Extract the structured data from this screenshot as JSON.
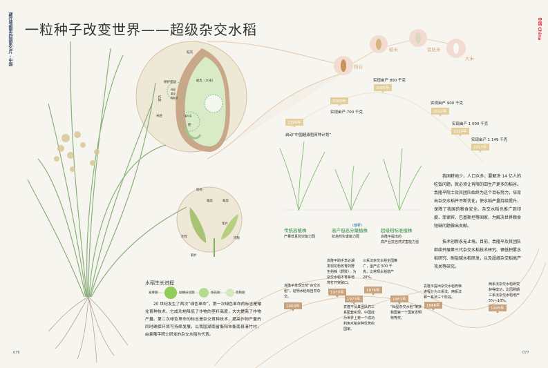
{
  "page": {
    "title": "一粒种子改变世界——超级杂交水稻",
    "side_label": "藏在地图里的国家名片 · 中国",
    "brand_label": "中国 China",
    "page_left": "076",
    "page_right": "077"
  },
  "grain_stages": [
    {
      "label": "稻谷",
      "icon": "paddy-grain-icon"
    },
    {
      "label": "糙米",
      "icon": "brown-rice-icon"
    },
    {
      "label": "留胚米",
      "icon": "germ-rice-icon"
    },
    {
      "label": "大米",
      "icon": "white-rice-icon"
    }
  ],
  "seed_diagram": {
    "labels": {
      "husk": "稻壳",
      "endosperm": "胚乳（大米）",
      "protective": "保护皮层",
      "pericarp": "种皮",
      "seedcoat": "果皮",
      "aleurone": "糊粉层",
      "germ_mark": "米胚",
      "scutellum": "盾片层",
      "embryo": "胚",
      "outer": "外皮层",
      "side": "作物"
    }
  },
  "flower_diagram": {
    "title": "稻花",
    "labels": {
      "stamen": "雄蕊",
      "pistil": "雌蕊",
      "lodicule": "浆片",
      "lemma": "外稃",
      "palea": "内稃",
      "glume": "颖片"
    }
  },
  "growth": {
    "title": "水稻生长进程",
    "stages": [
      "发芽期",
      "幼穗分化期",
      "扬花期",
      "完熟期"
    ],
    "paragraph": "20 世纪发生了两次“绿色革命”，第一次绿色革命的标志是矮化育种技术，它成功地降低了作物的茎秆高度，大大提高了作物产量。第二次绿色革命的标志是杂交育种技术，提高作物产量的同时确保环境可持续发展，以我国湖南省衡阳市衡南县清竹村，由袁隆平院士研发的杂交水稻为代表。"
  },
  "yield_timeline": [
    {
      "year": "1996年",
      "note": "启动“中国超级稻育种计划”"
    },
    {
      "year": "2000年",
      "note": "实现亩产 700 千克"
    },
    {
      "year": "2005年",
      "note": "实现亩产 800 千克"
    },
    {
      "year": "2012年",
      "note": "实现亩产 900 千克"
    },
    {
      "year": "2014年",
      "note": "实现亩产 1 000 千克"
    },
    {
      "year": "2017年",
      "note": "实现亩产 1 149 千克"
    }
  ],
  "plants": [
    {
      "title": "传统高植株",
      "desc": "产量低且抗灾能力弱",
      "extra": ""
    },
    {
      "title": "高产但高分蘖植株",
      "desc": "抗自然灾害能力弱",
      "extra": "(矮秆)"
    },
    {
      "title": "超级稻标准植株",
      "desc": "袁隆平提出的\n高产且抗自然灾害能力强",
      "extra": ""
    }
  ],
  "intro": {
    "p1": "我国耕地少，人口众多，要解决 14 亿人的吃饭问题，就必须让有限的田生产更多的稻谷。袁隆平院士及其团队始终为这个目标努力，培育出杂交水稻并不断优化，使水稻产量持续提升，保障了我国的粮食安全。杂交水稻也推广到印度、菲律宾、巴基斯坦等国家，为解决世界粮食短缺问题做出贡献。",
    "p2": "技术创新永无止境。目前，袁隆平及其团队继续开展第三代杂交水稻技术研究、镉低积累水稻研究、耐盐碱水稻研发，以及超级杂交稻高产攻关等研究。"
  },
  "history_timeline": [
    {
      "year": "1960年",
      "note": "袁隆平发现天然“杂交水稻”，证明水稻有自然杂交。"
    },
    {
      "year": "1970年",
      "note": "袁隆平助手李必湖发现花粉败育的野生稻株（野败），为杂交水稻不育系培育打开突破口。"
    },
    {
      "year": "1973年",
      "note": "袁隆平及其团队的三系配套实现，中国成为世界上第一个成功利用水稻杂种优势的国家。"
    },
    {
      "year": "1976年",
      "note": "三系法杂交水稻全国推广，亩产达 500 千克，比常规水稻增产 20%。"
    },
    {
      "year": "1981年",
      "note": "“籼型杂交水稻”荣获我国第一个国家发明特等奖。"
    },
    {
      "year": "1986年",
      "note": "袁隆平提出杂交水稻育种进程分为三系法、两系法和一系法三个阶段。"
    },
    {
      "year": "1995年",
      "note": "两系法杂交水稻研究获得成功，比同熟期三系法杂交水稻增产 5%～10%。"
    }
  ]
}
